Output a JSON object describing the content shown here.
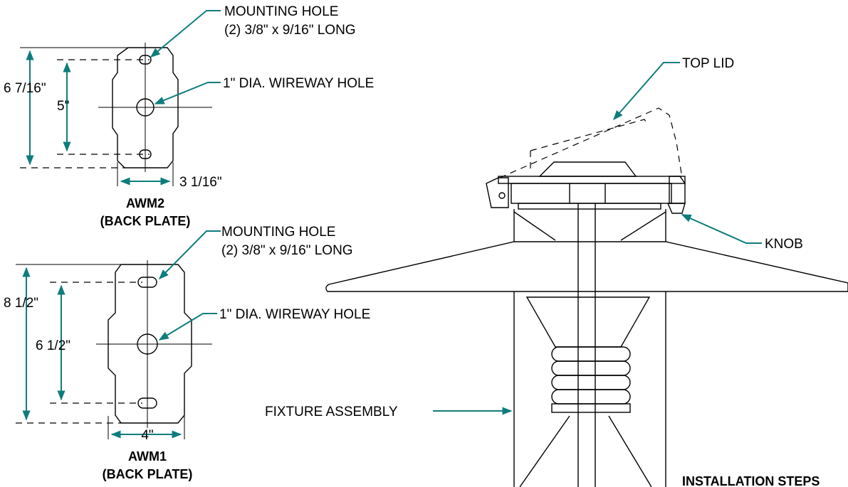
{
  "labels": {
    "awm2_mounting_hole": "MOUNTING HOLE",
    "awm2_mounting_hole_size": "(2) 3/8\" x 9/16\" LONG",
    "awm2_wireway_hole": "1\" DIA. WIREWAY HOLE",
    "awm2_height_overall": "6 7/16\"",
    "awm2_height_holes": "5\"",
    "awm2_width": "3 1/16\"",
    "awm2_name": "AWM2",
    "awm2_caption": "(BACK PLATE)",
    "awm1_mounting_hole": "MOUNTING HOLE",
    "awm1_mounting_hole_size": "(2) 3/8\" x 9/16\" LONG",
    "awm1_wireway_hole": "1\" DIA. WIREWAY HOLE",
    "awm1_height_overall": "8 1/2\"",
    "awm1_height_holes": "6 1/2\"",
    "awm1_width": "4\"",
    "awm1_name": "AWM1",
    "awm1_caption": "(BACK PLATE)",
    "top_lid": "TOP LID",
    "knob": "KNOB",
    "fixture_assembly": "FIXTURE ASSEMBLY",
    "installation_steps": "INSTALLATION STEPS"
  },
  "colors": {
    "leader": "#0f7c7c",
    "line": "#000000",
    "background": "#ffffff"
  }
}
